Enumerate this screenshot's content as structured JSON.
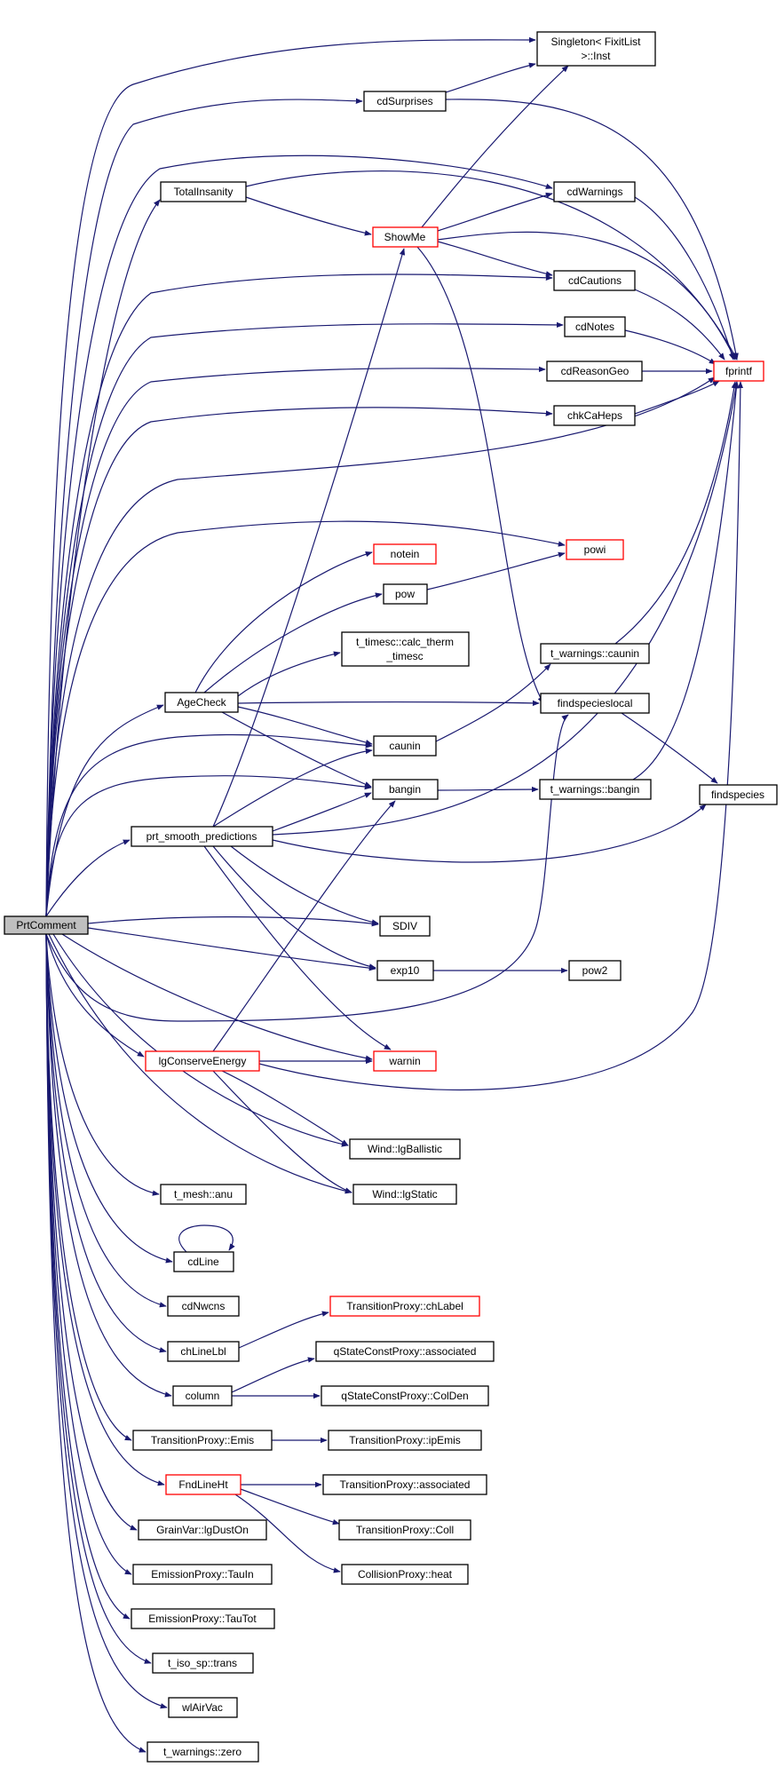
{
  "colors": {
    "edge": "#191970",
    "node_border": "#000000",
    "highlight_border": "#ff0000",
    "root_fill": "#bfbfbf",
    "node_fill": "#ffffff"
  },
  "root": {
    "label": "PrtComment"
  },
  "nodes": {
    "singleton_inst": {
      "lines": [
        "Singleton< FixitList",
        ">::Inst"
      ]
    },
    "cdsurprises": {
      "label": "cdSurprises"
    },
    "totalinsanity": {
      "label": "TotalInsanity"
    },
    "cdwarnings": {
      "label": "cdWarnings"
    },
    "showme": {
      "label": "ShowMe"
    },
    "cdcautions": {
      "label": "cdCautions"
    },
    "cdnotes": {
      "label": "cdNotes"
    },
    "cdreasongeo": {
      "label": "cdReasonGeo"
    },
    "fprintf": {
      "label": "fprintf"
    },
    "chkcaheps": {
      "label": "chkCaHeps"
    },
    "notein": {
      "label": "notein"
    },
    "powi": {
      "label": "powi"
    },
    "pow": {
      "label": "pow"
    },
    "calc_therm": {
      "lines": [
        "t_timesc::calc_therm",
        "_timesc"
      ]
    },
    "tw_caunin": {
      "label": "t_warnings::caunin"
    },
    "agecheck": {
      "label": "AgeCheck"
    },
    "findspecieslocal": {
      "label": "findspecieslocal"
    },
    "caunin": {
      "label": "caunin"
    },
    "tw_bangin": {
      "label": "t_warnings::bangin"
    },
    "bangin": {
      "label": "bangin"
    },
    "findspecies": {
      "label": "findspecies"
    },
    "prt_smooth": {
      "label": "prt_smooth_predictions"
    },
    "sdiv": {
      "label": "SDIV"
    },
    "exp10": {
      "label": "exp10"
    },
    "pow2": {
      "label": "pow2"
    },
    "lgconserve": {
      "label": "lgConserveEnergy"
    },
    "warnin": {
      "label": "warnin"
    },
    "wind_ballistic": {
      "label": "Wind::lgBallistic"
    },
    "wind_static": {
      "label": "Wind::lgStatic"
    },
    "tmesh_anu": {
      "label": "t_mesh::anu"
    },
    "cdline": {
      "label": "cdLine"
    },
    "cdnwcns": {
      "label": "cdNwcns"
    },
    "tp_chlabel": {
      "label": "TransitionProxy::chLabel"
    },
    "chlinelbl": {
      "label": "chLineLbl"
    },
    "qs_associated": {
      "label": "qStateConstProxy::associated"
    },
    "column": {
      "label": "column"
    },
    "qs_colden": {
      "label": "qStateConstProxy::ColDen"
    },
    "tp_emis": {
      "label": "TransitionProxy::Emis"
    },
    "tp_ipemis": {
      "label": "TransitionProxy::ipEmis"
    },
    "fndlineht": {
      "label": "FndLineHt"
    },
    "tp_associated": {
      "label": "TransitionProxy::associated"
    },
    "grainvar": {
      "label": "GrainVar::lgDustOn"
    },
    "tp_coll": {
      "label": "TransitionProxy::Coll"
    },
    "ep_tauin": {
      "label": "EmissionProxy::TauIn"
    },
    "cp_heat": {
      "label": "CollisionProxy::heat"
    },
    "ep_tautot": {
      "label": "EmissionProxy::TauTot"
    },
    "tiso_trans": {
      "label": "t_iso_sp::trans"
    },
    "wlairvac": {
      "label": "wlAirVac"
    },
    "tw_zero": {
      "label": "t_warnings::zero"
    }
  }
}
